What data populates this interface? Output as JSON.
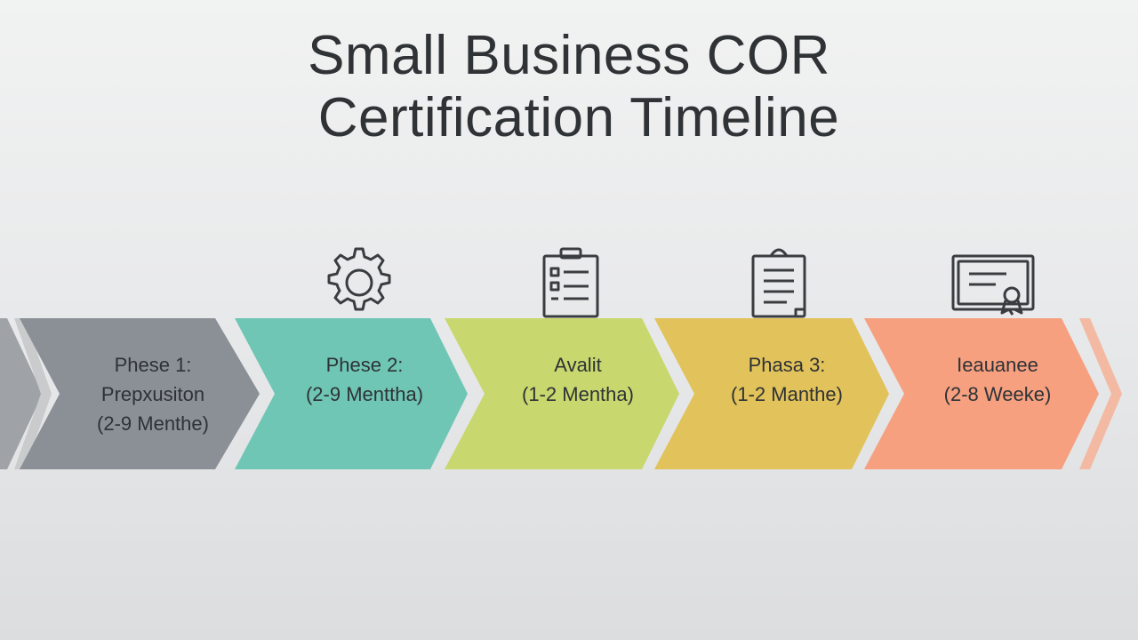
{
  "title": {
    "line1": "Small Business COR",
    "line2": "Certification Timeline"
  },
  "phases": [
    {
      "line1": "Phese 1:",
      "line2": "Prepxusiton",
      "line3": "(2-9 Menthe)",
      "color": "#8b9096",
      "icon": ""
    },
    {
      "line1": "Phese 2:",
      "line2": "(2-9 Menttha)",
      "color": "#6fc6b4",
      "icon": "gear-icon"
    },
    {
      "line1": "Avalit",
      "line2": "(1-2 Mentha)",
      "color": "#c8d86e",
      "icon": "clipboard-checklist-icon"
    },
    {
      "line1": "Phasa 3:",
      "line2": "(1-2 Manthe)",
      "color": "#e2c25a",
      "icon": "document-icon"
    },
    {
      "line1": "Ieauanee",
      "line2": "(2-8 Weeke)",
      "color": "#f6a07f",
      "icon": "certificate-icon"
    }
  ]
}
